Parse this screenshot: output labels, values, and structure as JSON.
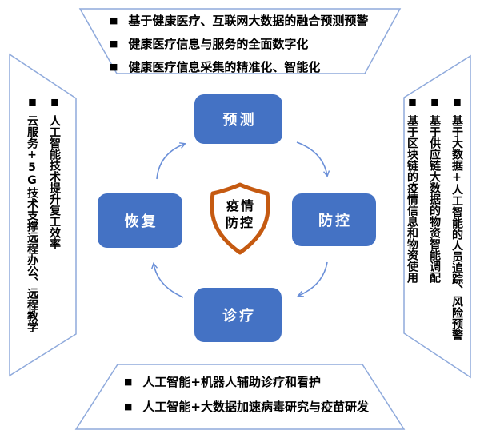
{
  "colors": {
    "node_blue": "#4472C4",
    "arrow_blue": "#6A8FD8",
    "shield_orange": "#C55A11",
    "frame_border_blue": "#8FAADC",
    "text": "#000000",
    "node_text": "#FFFFFF"
  },
  "glyphs": {
    "bullet": "■"
  },
  "frame_panels": {
    "top": {
      "items": [
        "基于健康医疗、互联网大数据的融合预测预警",
        "健康医疗信息与服务的全面数字化",
        "健康医疗信息采集的精准化、智能化"
      ]
    },
    "right": {
      "items": [
        "基于大数据+人工智能的人员追踪、风险预警",
        "基于供应链大数据的物资智能调配",
        "基于区块链的疫情信息和物资使用"
      ]
    },
    "bottom": {
      "items": [
        "人工智能+机器人辅助诊疗和看护",
        "人工智能+大数据加速病毒研究与疫苗研发"
      ]
    },
    "left": {
      "items": [
        "人工智能技术提升复工效率",
        "云服务+5G技术支撑远程办公、远程教学"
      ]
    }
  },
  "cycle_nodes": {
    "top": "预测",
    "right": "防控",
    "bottom": "诊疗",
    "left": "恢复"
  },
  "center_shield": {
    "label": "疫情\n防控"
  }
}
